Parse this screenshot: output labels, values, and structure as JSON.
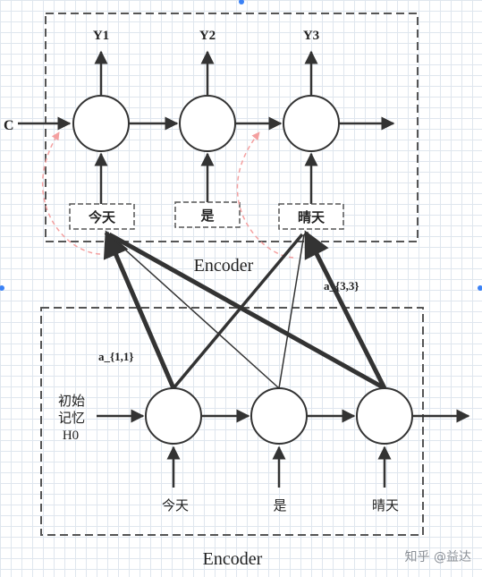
{
  "decoder_box": {
    "outputs": [
      "Y1",
      "Y2",
      "Y3"
    ],
    "context_label": "C",
    "inputs": [
      "今天",
      "是",
      "晴天"
    ],
    "label": "Encoder"
  },
  "encoder_box": {
    "initial_state_lines": [
      "初始",
      "记忆",
      "H0"
    ],
    "inputs": [
      "今天",
      "是",
      "晴天"
    ],
    "label": "Encoder"
  },
  "attention_labels": {
    "a11": "a_{1,1}",
    "a33": "a_{3,3}"
  },
  "watermark": "知乎 @益达",
  "colors": {
    "stroke": "#333333",
    "attention_dash": "#f4a0a0",
    "grid": "#dfe6ee"
  }
}
